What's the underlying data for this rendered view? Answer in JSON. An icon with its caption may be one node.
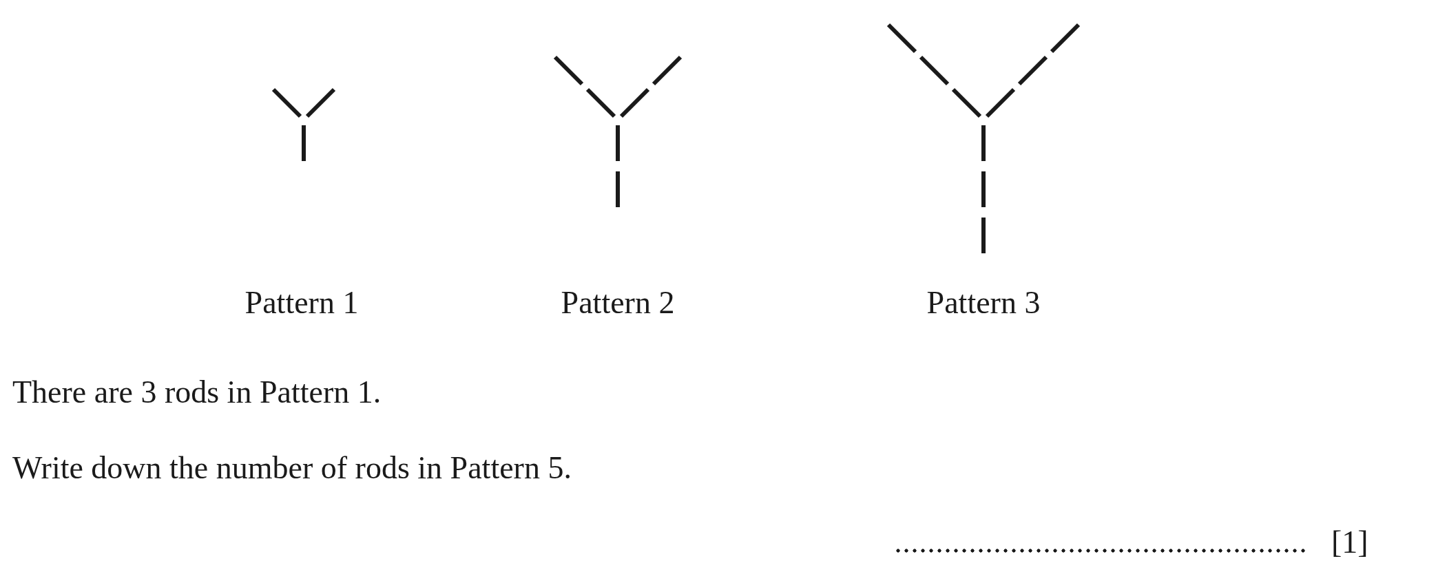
{
  "diagram": {
    "nodes": [
      {
        "text": [],
        "shape": "picture"
      },
      {
        "text": [],
        "shape": "picture"
      },
      {
        "text": [],
        "shape": "picture"
      }
    ],
    "labels": [
      "Pattern 1",
      "Pattern 2",
      "Pattern 3",
      "There are 3 rods in Pattern 1.",
      "Write down the number of rods in Pattern 5.",
      "[1]"
    ]
  }
}
